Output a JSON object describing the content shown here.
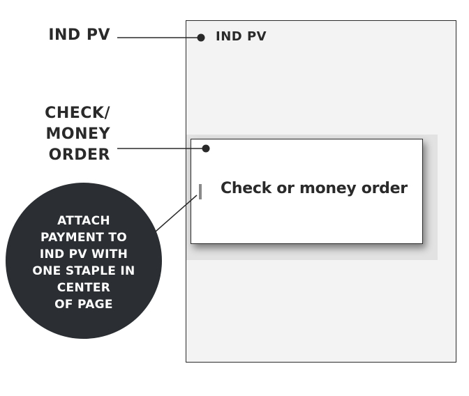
{
  "labels": {
    "ind_pv": "IND PV",
    "check_lines": [
      "CHECK/",
      "MONEY",
      "ORDER"
    ]
  },
  "page": {
    "top_label": "IND PV",
    "check_text": "Check or money order"
  },
  "callout": {
    "lines": [
      "ATTACH",
      "PAYMENT TO",
      "IND PV WITH",
      "ONE STAPLE IN",
      "CENTER",
      "OF PAGE"
    ]
  },
  "colors": {
    "ink": "#2a2a2a",
    "page_fill": "#f3f3f3",
    "callout_fill": "#2b2f33",
    "staple": "#8a8a8a"
  }
}
